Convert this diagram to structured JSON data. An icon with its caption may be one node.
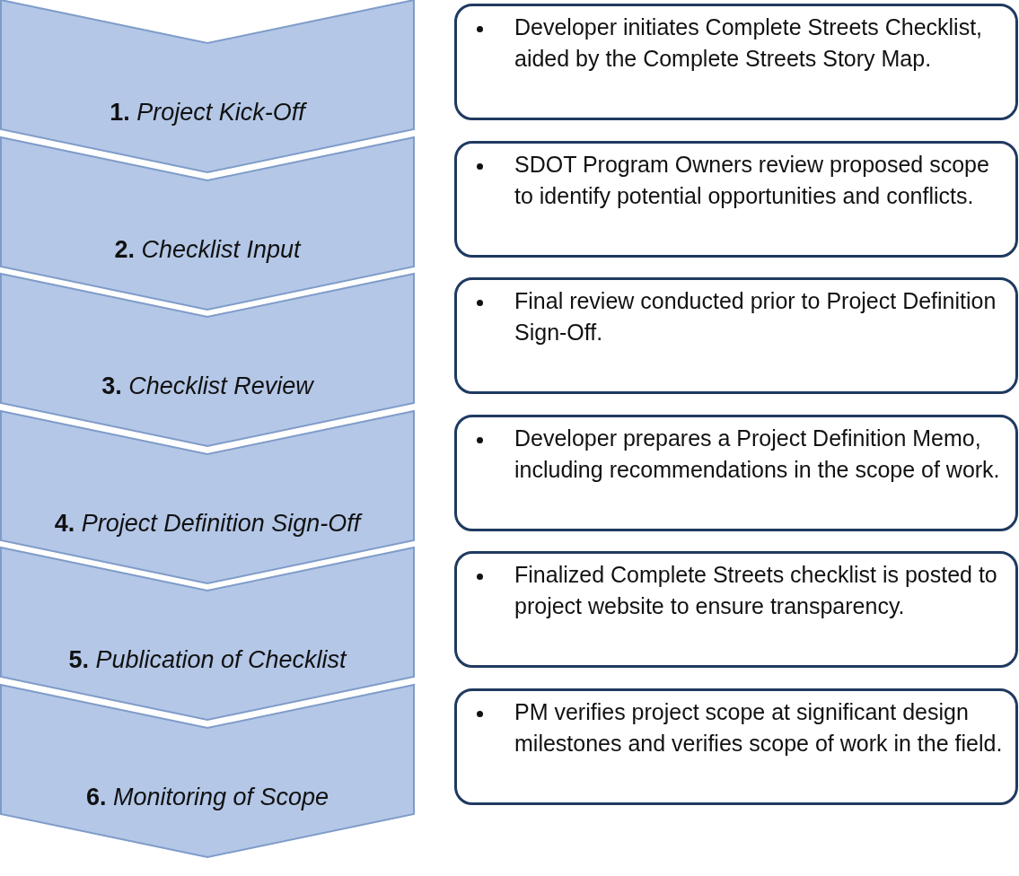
{
  "diagram": {
    "nodes": [
      {
        "text": [
          "**1.** *Project Kick-Off*"
        ]
      },
      {
        "text": [
          "Developer initiates Complete Streets Checklist, aided by the Complete Streets Story Map."
        ]
      },
      {
        "text": [
          "**2.** *Checklist Input*"
        ]
      },
      {
        "text": [
          "SDOT Program Owners review proposed scope to identify potential opportunities and conflicts."
        ]
      },
      {
        "text": [
          "**3.** *Checklist Review*"
        ]
      },
      {
        "text": [
          "Final review conducted prior to Project Definition Sign-Off."
        ]
      },
      {
        "text": [
          "**4.** *Project Definition Sign-Off*"
        ]
      },
      {
        "text": [
          "Developer prepares a Project Definition Memo, including recommendations in the scope of work."
        ]
      },
      {
        "text": [
          "**5.** *Publication of Checklist*"
        ]
      },
      {
        "text": [
          "Finalized Complete Streets checklist is posted to project website to ensure transparency."
        ]
      },
      {
        "text": [
          "**6.** *Monitoring of Scope*"
        ]
      },
      {
        "text": [
          "PM verifies project scope at significant design milestones and verifies scope of work in the field."
        ]
      }
    ],
    "edges": []
  }
}
